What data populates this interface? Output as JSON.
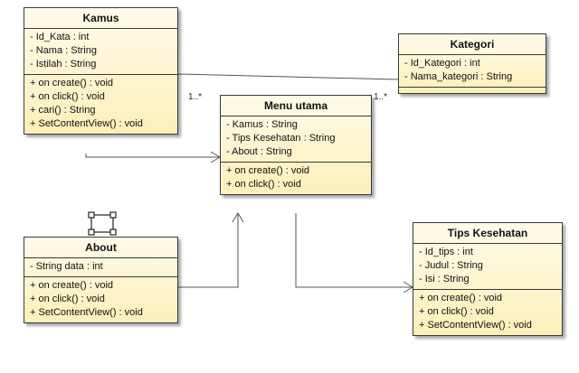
{
  "classes": {
    "kamus": {
      "name": "Kamus",
      "attributes": [
        "- Id_Kata : int",
        "- Nama : String",
        "- Istilah : String"
      ],
      "methods": [
        "+ on create() : void",
        "+ on click() : void",
        "+ cari() : String",
        "+ SetContentView() : void"
      ]
    },
    "kategori": {
      "name": "Kategori",
      "attributes": [
        "- Id_Kategori : int",
        "- Nama_kategori : String"
      ],
      "methods": []
    },
    "menu_utama": {
      "name": "Menu utama",
      "attributes": [
        "- Kamus : String",
        "- Tips Kesehatan : String",
        "- About : String"
      ],
      "methods": [
        "+ on create() : void",
        "+ on click() : void"
      ]
    },
    "about": {
      "name": "About",
      "attributes": [
        "- String data : int"
      ],
      "methods": [
        "+ on create() : void",
        "+ on click() : void",
        "+ SetContentView() : void"
      ]
    },
    "tips_kesehatan": {
      "name": "Tips Kesehatan",
      "attributes": [
        "- Id_tips : int",
        "- Judul : String",
        "- Isi : String"
      ],
      "methods": [
        "+ on create() : void",
        "+ on click() : void",
        "+ SetContentView() : void"
      ]
    }
  },
  "multiplicities": {
    "left": "1..*",
    "right": "1..*"
  },
  "colors": {
    "box_fill_top": "#fffbea",
    "box_fill_bottom": "#fbefb9",
    "border": "#3a3a3a",
    "line": "#555555"
  }
}
